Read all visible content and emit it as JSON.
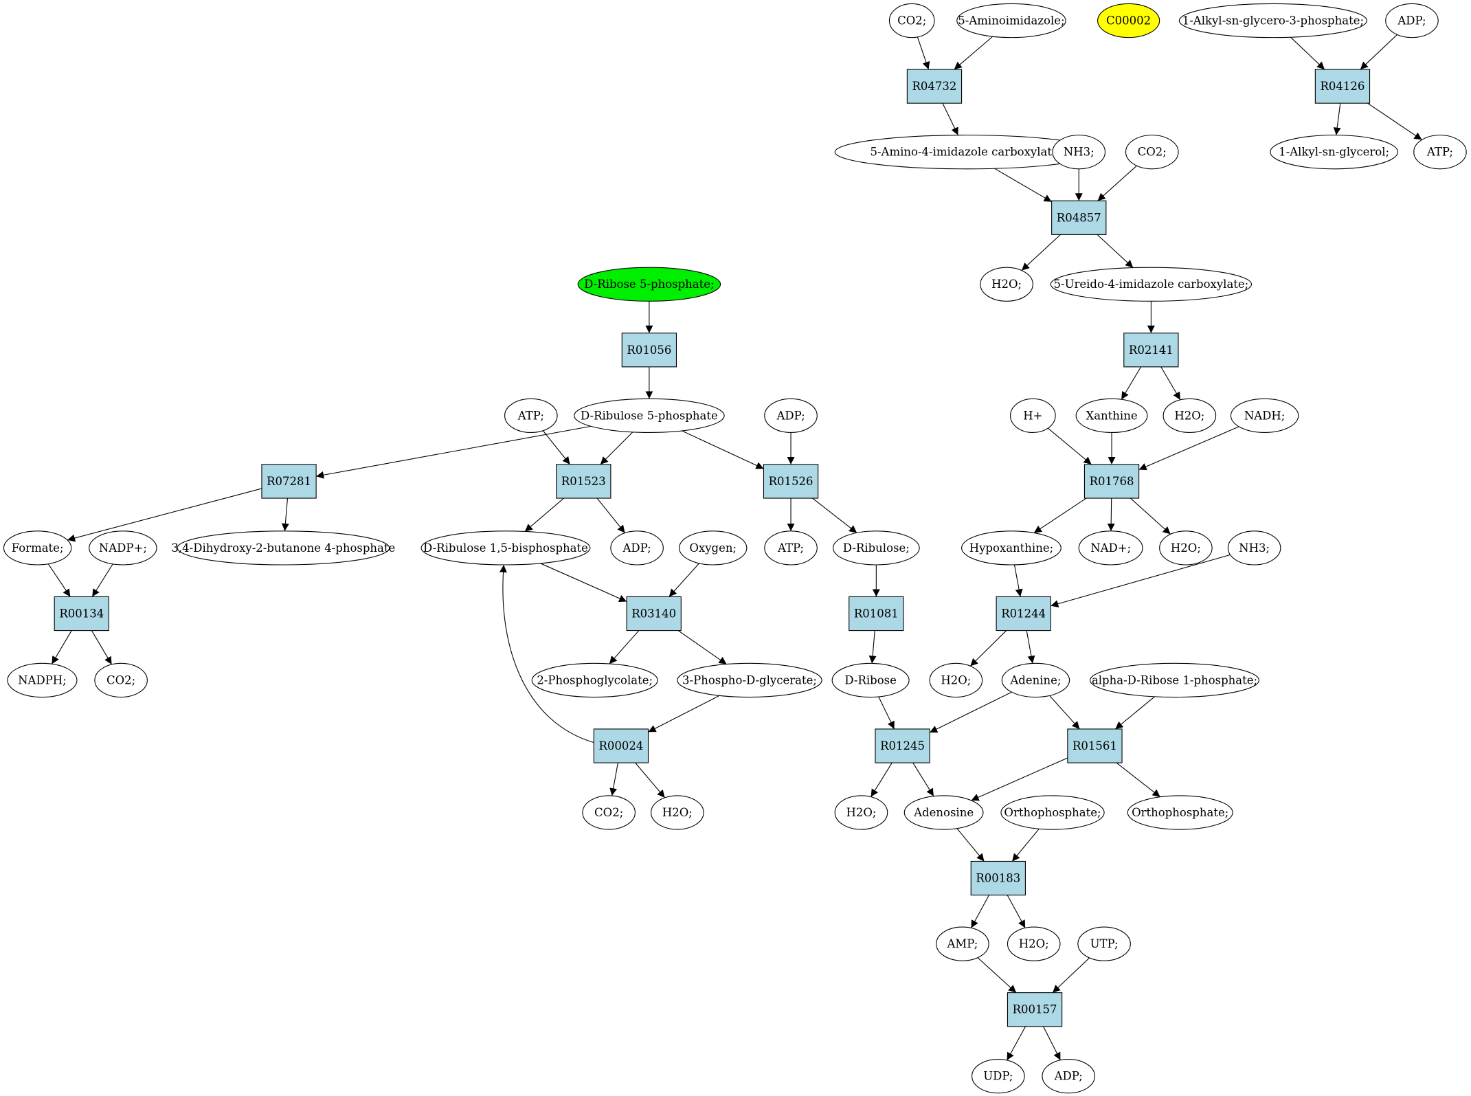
{
  "colors": {
    "reaction_fill": "#add8e6",
    "compound_fill": "#ffffff",
    "start_fill": "#00ee00",
    "highlight_fill": "#ffff00",
    "stroke": "#000000"
  },
  "nodes": [
    {
      "id": "c_co2_top",
      "label": "CO2;",
      "kind": "compound"
    },
    {
      "id": "c_5aminoimidazole",
      "label": "5-Aminoimidazole;",
      "kind": "compound"
    },
    {
      "id": "c_c00002",
      "label": "C00002",
      "kind": "highlight"
    },
    {
      "id": "c_alkylglycero3p",
      "label": "1-Alkyl-sn-glycero-3-phosphate;",
      "kind": "compound"
    },
    {
      "id": "c_adp_top",
      "label": "ADP;",
      "kind": "compound"
    },
    {
      "id": "r_R04732",
      "label": "R04732",
      "kind": "reaction"
    },
    {
      "id": "r_R04126",
      "label": "R04126",
      "kind": "reaction"
    },
    {
      "id": "c_5amino4imid",
      "label": "5-Amino-4-imidazole carboxylate;",
      "kind": "compound"
    },
    {
      "id": "c_nh3_top",
      "label": "NH3;",
      "kind": "compound"
    },
    {
      "id": "c_co2_mid",
      "label": "CO2;",
      "kind": "compound"
    },
    {
      "id": "c_alkylglycerol",
      "label": "1-Alkyl-sn-glycerol;",
      "kind": "compound"
    },
    {
      "id": "c_atp_r04126",
      "label": "ATP;",
      "kind": "compound"
    },
    {
      "id": "r_R04857",
      "label": "R04857",
      "kind": "reaction"
    },
    {
      "id": "c_ribose5p",
      "label": "D-Ribose 5-phosphate;",
      "kind": "start"
    },
    {
      "id": "c_h2o_r04857",
      "label": "H2O;",
      "kind": "compound"
    },
    {
      "id": "c_5ureido",
      "label": "5-Ureido-4-imidazole carboxylate;",
      "kind": "compound"
    },
    {
      "id": "r_R01056",
      "label": "R01056",
      "kind": "reaction"
    },
    {
      "id": "r_R02141",
      "label": "R02141",
      "kind": "reaction"
    },
    {
      "id": "c_atp_r01523",
      "label": "ATP;",
      "kind": "compound"
    },
    {
      "id": "c_ribulose5p",
      "label": "D-Ribulose 5-phosphate",
      "kind": "compound"
    },
    {
      "id": "c_adp_r01526",
      "label": "ADP;",
      "kind": "compound"
    },
    {
      "id": "c_hplus",
      "label": "H+",
      "kind": "compound"
    },
    {
      "id": "c_xanthine",
      "label": "Xanthine",
      "kind": "compound"
    },
    {
      "id": "c_h2o_r02141",
      "label": "H2O;",
      "kind": "compound"
    },
    {
      "id": "c_nadh",
      "label": "NADH;",
      "kind": "compound"
    },
    {
      "id": "r_R07281",
      "label": "R07281",
      "kind": "reaction"
    },
    {
      "id": "r_R01523",
      "label": "R01523",
      "kind": "reaction"
    },
    {
      "id": "r_R01526",
      "label": "R01526",
      "kind": "reaction"
    },
    {
      "id": "r_R01768",
      "label": "R01768",
      "kind": "reaction"
    },
    {
      "id": "c_formate",
      "label": "Formate;",
      "kind": "compound"
    },
    {
      "id": "c_nadp",
      "label": "NADP+;",
      "kind": "compound"
    },
    {
      "id": "c_dihydroxybutanone",
      "label": "3,4-Dihydroxy-2-butanone 4-phosphate",
      "kind": "compound"
    },
    {
      "id": "c_ribulose15bp",
      "label": "D-Ribulose 1,5-bisphosphate",
      "kind": "compound"
    },
    {
      "id": "c_adp_r01523",
      "label": "ADP;",
      "kind": "compound"
    },
    {
      "id": "c_oxygen",
      "label": "Oxygen;",
      "kind": "compound"
    },
    {
      "id": "c_atp_r01526",
      "label": "ATP;",
      "kind": "compound"
    },
    {
      "id": "c_ribulose",
      "label": "D-Ribulose;",
      "kind": "compound"
    },
    {
      "id": "c_hypoxanthine",
      "label": "Hypoxanthine;",
      "kind": "compound"
    },
    {
      "id": "c_nad",
      "label": "NAD+;",
      "kind": "compound"
    },
    {
      "id": "c_h2o_r01768",
      "label": "H2O;",
      "kind": "compound"
    },
    {
      "id": "c_nh3_r01244",
      "label": "NH3;",
      "kind": "compound"
    },
    {
      "id": "r_R00134",
      "label": "R00134",
      "kind": "reaction"
    },
    {
      "id": "r_R03140",
      "label": "R03140",
      "kind": "reaction"
    },
    {
      "id": "r_R01081",
      "label": "R01081",
      "kind": "reaction"
    },
    {
      "id": "r_R01244",
      "label": "R01244",
      "kind": "reaction"
    },
    {
      "id": "c_nadph",
      "label": "NADPH;",
      "kind": "compound"
    },
    {
      "id": "c_co2_r00134",
      "label": "CO2;",
      "kind": "compound"
    },
    {
      "id": "c_2phosphoglycolate",
      "label": "2-Phosphoglycolate;",
      "kind": "compound"
    },
    {
      "id": "c_3phosphoglycerate",
      "label": "3-Phospho-D-glycerate;",
      "kind": "compound"
    },
    {
      "id": "c_dribose",
      "label": "D-Ribose",
      "kind": "compound"
    },
    {
      "id": "c_h2o_r01244",
      "label": "H2O;",
      "kind": "compound"
    },
    {
      "id": "c_adenine",
      "label": "Adenine;",
      "kind": "compound"
    },
    {
      "id": "c_aribose1p",
      "label": "alpha-D-Ribose 1-phosphate;",
      "kind": "compound"
    },
    {
      "id": "r_R00024",
      "label": "R00024",
      "kind": "reaction"
    },
    {
      "id": "r_R01245",
      "label": "R01245",
      "kind": "reaction"
    },
    {
      "id": "r_R01561",
      "label": "R01561",
      "kind": "reaction"
    },
    {
      "id": "c_co2_r00024",
      "label": "CO2;",
      "kind": "compound"
    },
    {
      "id": "c_h2o_r00024",
      "label": "H2O;",
      "kind": "compound"
    },
    {
      "id": "c_h2o_r01245",
      "label": "H2O;",
      "kind": "compound"
    },
    {
      "id": "c_adenosine",
      "label": "Adenosine",
      "kind": "compound"
    },
    {
      "id": "c_orthophosphate_a",
      "label": "Orthophosphate;",
      "kind": "compound"
    },
    {
      "id": "c_orthophosphate_b",
      "label": "Orthophosphate;",
      "kind": "compound"
    },
    {
      "id": "r_R00183",
      "label": "R00183",
      "kind": "reaction"
    },
    {
      "id": "c_amp",
      "label": "AMP;",
      "kind": "compound"
    },
    {
      "id": "c_h2o_r00183",
      "label": "H2O;",
      "kind": "compound"
    },
    {
      "id": "c_utp",
      "label": "UTP;",
      "kind": "compound"
    },
    {
      "id": "r_R00157",
      "label": "R00157",
      "kind": "reaction"
    },
    {
      "id": "c_udp",
      "label": "UDP;",
      "kind": "compound"
    },
    {
      "id": "c_adp_r00157",
      "label": "ADP;",
      "kind": "compound"
    }
  ],
  "edges": [
    [
      "c_co2_top",
      "r_R04732"
    ],
    [
      "c_5aminoimidazole",
      "r_R04732"
    ],
    [
      "r_R04732",
      "c_5amino4imid"
    ],
    [
      "c_alkylglycero3p",
      "r_R04126"
    ],
    [
      "c_adp_top",
      "r_R04126"
    ],
    [
      "r_R04126",
      "c_alkylglycerol"
    ],
    [
      "r_R04126",
      "c_atp_r04126"
    ],
    [
      "c_5amino4imid",
      "r_R04857"
    ],
    [
      "c_nh3_top",
      "r_R04857"
    ],
    [
      "c_co2_mid",
      "r_R04857"
    ],
    [
      "r_R04857",
      "c_h2o_r04857"
    ],
    [
      "r_R04857",
      "c_5ureido"
    ],
    [
      "c_5ureido",
      "r_R02141"
    ],
    [
      "r_R02141",
      "c_xanthine"
    ],
    [
      "r_R02141",
      "c_h2o_r02141"
    ],
    [
      "c_hplus",
      "r_R01768"
    ],
    [
      "c_xanthine",
      "r_R01768"
    ],
    [
      "c_nadh",
      "r_R01768"
    ],
    [
      "r_R01768",
      "c_hypoxanthine"
    ],
    [
      "r_R01768",
      "c_nad"
    ],
    [
      "r_R01768",
      "c_h2o_r01768"
    ],
    [
      "c_ribose5p",
      "r_R01056"
    ],
    [
      "r_R01056",
      "c_ribulose5p"
    ],
    [
      "c_ribulose5p",
      "r_R07281"
    ],
    [
      "c_ribulose5p",
      "r_R01523"
    ],
    [
      "c_atp_r01523",
      "r_R01523"
    ],
    [
      "c_ribulose5p",
      "r_R01526"
    ],
    [
      "c_adp_r01526",
      "r_R01526"
    ],
    [
      "r_R07281",
      "c_formate"
    ],
    [
      "r_R07281",
      "c_dihydroxybutanone"
    ],
    [
      "r_R01523",
      "c_ribulose15bp"
    ],
    [
      "r_R01523",
      "c_adp_r01523"
    ],
    [
      "r_R01526",
      "c_atp_r01526"
    ],
    [
      "r_R01526",
      "c_ribulose"
    ],
    [
      "c_formate",
      "r_R00134"
    ],
    [
      "c_nadp",
      "r_R00134"
    ],
    [
      "r_R00134",
      "c_nadph"
    ],
    [
      "r_R00134",
      "c_co2_r00134"
    ],
    [
      "c_ribulose15bp",
      "r_R03140"
    ],
    [
      "c_oxygen",
      "r_R03140"
    ],
    [
      "r_R03140",
      "c_2phosphoglycolate"
    ],
    [
      "r_R03140",
      "c_3phosphoglycerate"
    ],
    [
      "c_3phosphoglycerate",
      "r_R00024"
    ],
    [
      "r_R00024",
      "c_ribulose15bp"
    ],
    [
      "r_R00024",
      "c_co2_r00024"
    ],
    [
      "r_R00024",
      "c_h2o_r00024"
    ],
    [
      "c_ribulose",
      "r_R01081"
    ],
    [
      "r_R01081",
      "c_dribose"
    ],
    [
      "c_hypoxanthine",
      "r_R01244"
    ],
    [
      "c_nh3_r01244",
      "r_R01244"
    ],
    [
      "r_R01244",
      "c_h2o_r01244"
    ],
    [
      "r_R01244",
      "c_adenine"
    ],
    [
      "c_dribose",
      "r_R01245"
    ],
    [
      "c_adenine",
      "r_R01245"
    ],
    [
      "r_R01245",
      "c_h2o_r01245"
    ],
    [
      "r_R01245",
      "c_adenosine"
    ],
    [
      "c_adenine",
      "r_R01561"
    ],
    [
      "c_aribose1p",
      "r_R01561"
    ],
    [
      "r_R01561",
      "c_adenosine"
    ],
    [
      "r_R01561",
      "c_orthophosphate_b"
    ],
    [
      "c_adenosine",
      "r_R00183"
    ],
    [
      "c_orthophosphate_a",
      "r_R00183"
    ],
    [
      "r_R00183",
      "c_amp"
    ],
    [
      "r_R00183",
      "c_h2o_r00183"
    ],
    [
      "c_amp",
      "r_R00157"
    ],
    [
      "c_utp",
      "r_R00157"
    ],
    [
      "r_R00157",
      "c_udp"
    ],
    [
      "r_R00157",
      "c_adp_r00157"
    ]
  ]
}
